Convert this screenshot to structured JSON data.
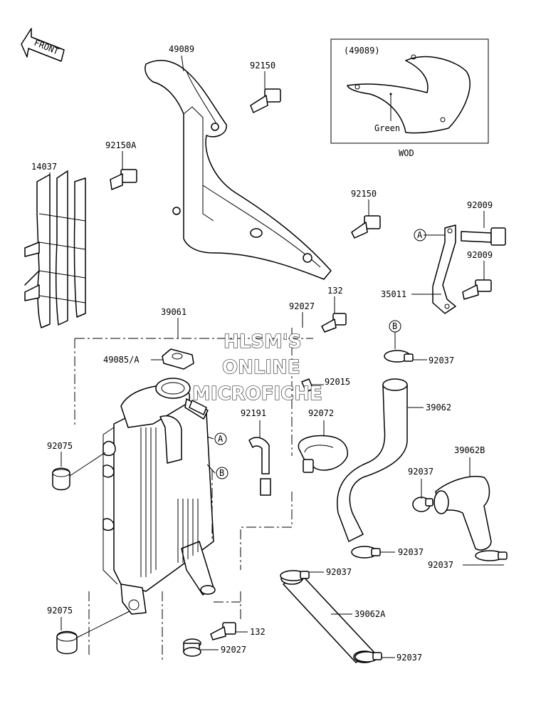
{
  "labels": {
    "front": "FRONT",
    "p49089": "49089",
    "p92150_top": "92150",
    "p49089_inset": "(49089)",
    "green": "Green",
    "wod": "WOD",
    "p14037": "14037",
    "p92150A": "92150A",
    "p92150_mid": "92150",
    "p92009_a": "92009",
    "p92009_b": "92009",
    "p35011": "35011",
    "p132_top": "132",
    "p92027_top": "92027",
    "p39061": "39061",
    "p49085A": "49085/A",
    "p92015": "92015",
    "p92191": "92191",
    "p92072": "92072",
    "p39062": "39062",
    "p92037_top": "92037",
    "p92075_top": "92075",
    "p39062B": "39062B",
    "p92037_b": "92037",
    "p92037_c": "92037",
    "p92037_d": "92037",
    "p92037_e": "92037",
    "p39062A": "39062A",
    "p92037_f": "92037",
    "p92075_bot": "92075",
    "p132_bot": "132",
    "p92027_bot": "92027"
  },
  "callouts": {
    "a1": "A",
    "a2": "A",
    "b1": "B",
    "b2": "B"
  },
  "watermark": [
    "HLSM'S",
    "ONLINE",
    "MICROFICHE"
  ]
}
